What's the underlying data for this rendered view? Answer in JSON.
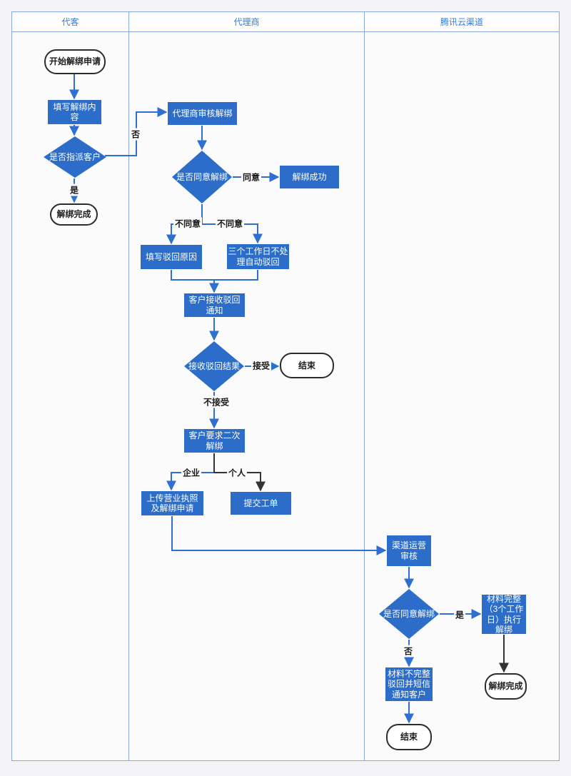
{
  "colors": {
    "node_fill": "#2b6dc8",
    "line_blue": "#2d6fd2",
    "line_black": "#333333",
    "lane_border": "#8aa7e0",
    "lane_title_text": "#3c7cd4",
    "terminator_border": "#2b2b2b",
    "canvas_bg": "#fbfbfc",
    "page_bg": "#f4f4f6"
  },
  "lanes": [
    {
      "title": "代客"
    },
    {
      "title": "代理商"
    },
    {
      "title": "腾讯云渠道"
    }
  ],
  "nodes": {
    "start": "开始解绑申请",
    "fill_content": "填写解绑内\n容",
    "assign_q": "是否指派客户",
    "done1": "解绑完成",
    "agent_review": "代理商审核解绑",
    "agree_q": "是否同意解绑",
    "success": "解绑成功",
    "fill_reason": "填写驳回原因",
    "auto_reject": "三个工作日不处\n理自动驳回",
    "recv_notice": "客户接收驳回\n通知",
    "recv_result_q": "接收驳回结果",
    "end1": "结束",
    "second_unbind": "客户要求二次\n解绑",
    "upload_license": "上传营业执照\n及解绑申请",
    "submit_ticket": "提交工单",
    "channel_review": "渠道运营\n审核",
    "channel_q": "是否同意解绑",
    "mat_complete": "材料完整\n（3个工作\n日）执行\n解绑",
    "mat_incomplete": "材料不完整\n驳回并短信\n通知客户",
    "done2": "解绑完成",
    "end2": "结束"
  },
  "edge_labels": {
    "no1": "否",
    "yes1": "是",
    "agree": "同意",
    "disagree_left": "不同意",
    "disagree_right": "不同意",
    "accept": "接受",
    "not_accept": "不接受",
    "enterprise": "企业",
    "personal": "个人",
    "yes3": "是",
    "no3": "否"
  }
}
